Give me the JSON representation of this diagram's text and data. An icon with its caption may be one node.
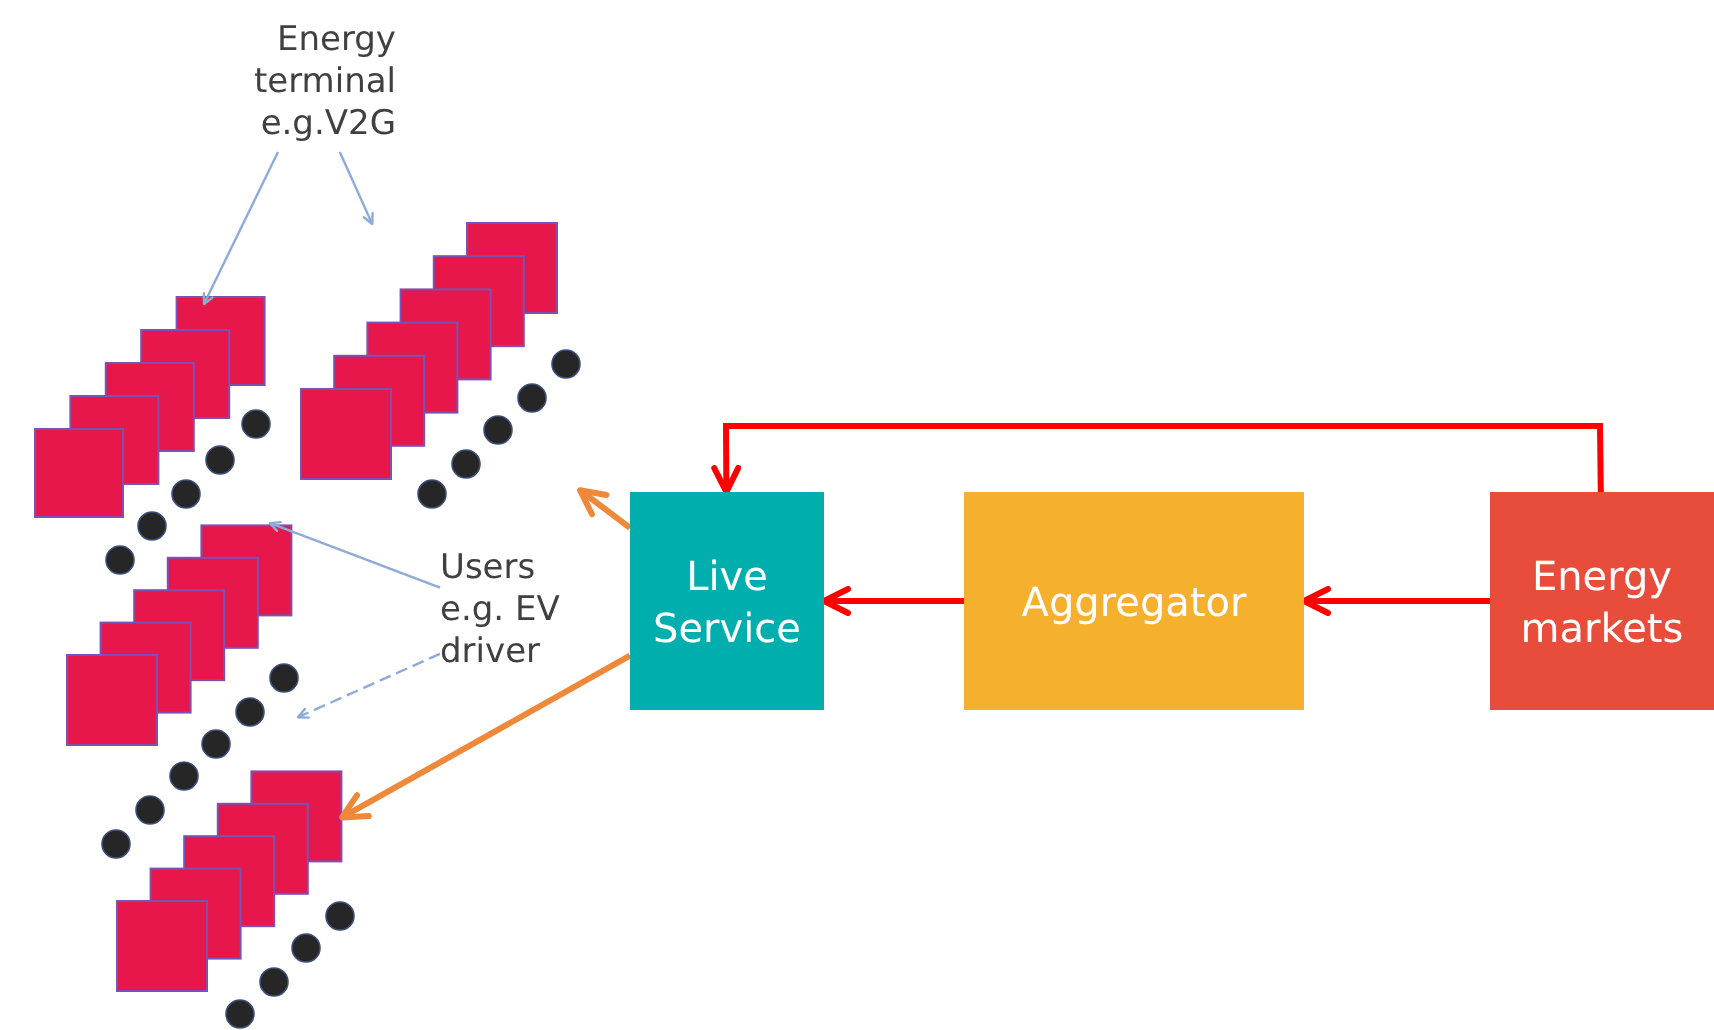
{
  "diagram": {
    "nodes": [
      {
        "text": [
          "Energy terminal e.g.V2G"
        ]
      },
      {
        "text": [],
        "shape": "box"
      },
      {
        "text": [],
        "shape": "circle"
      },
      {
        "text": [],
        "shape": "box"
      },
      {
        "text": [],
        "shape": "circle"
      },
      {
        "text": [
          "Users e.g. EV driver"
        ]
      },
      {
        "text": [],
        "shape": "box"
      },
      {
        "text": [],
        "shape": "circle"
      },
      {
        "text": [
          "Live Service"
        ]
      },
      {
        "text": [
          "Aggregator"
        ]
      },
      {
        "text": [
          "Energy markets"
        ]
      },
      {
        "text": [],
        "shape": "box"
      },
      {
        "text": [],
        "shape": "circle"
      }
    ],
    "edges": [
      {
        "from": 0,
        "to": 1,
        "arrow": "to",
        "color": "#8eaadb"
      },
      {
        "from": 0,
        "to": 3,
        "arrow": "to",
        "color": "#8eaadb"
      },
      {
        "from": 5,
        "to": 2,
        "arrow": "to",
        "color": "#8eaadb"
      },
      {
        "from": 5,
        "to": 7,
        "arrow": "to",
        "style": "dashed",
        "color": "#8eaadb"
      },
      {
        "from": 8,
        "to": 4,
        "arrow": "to",
        "color": "#f0883a"
      },
      {
        "from": 8,
        "to": 11,
        "arrow": "to",
        "color": "#f0883a"
      },
      {
        "from": 10,
        "to": 9,
        "arrow": "to",
        "color": "#ff0000"
      },
      {
        "from": 9,
        "to": 8,
        "arrow": "to",
        "color": "#ff0000"
      },
      {
        "from": 10,
        "to": 8,
        "arrow": "to",
        "color": "#ff0000"
      }
    ]
  }
}
